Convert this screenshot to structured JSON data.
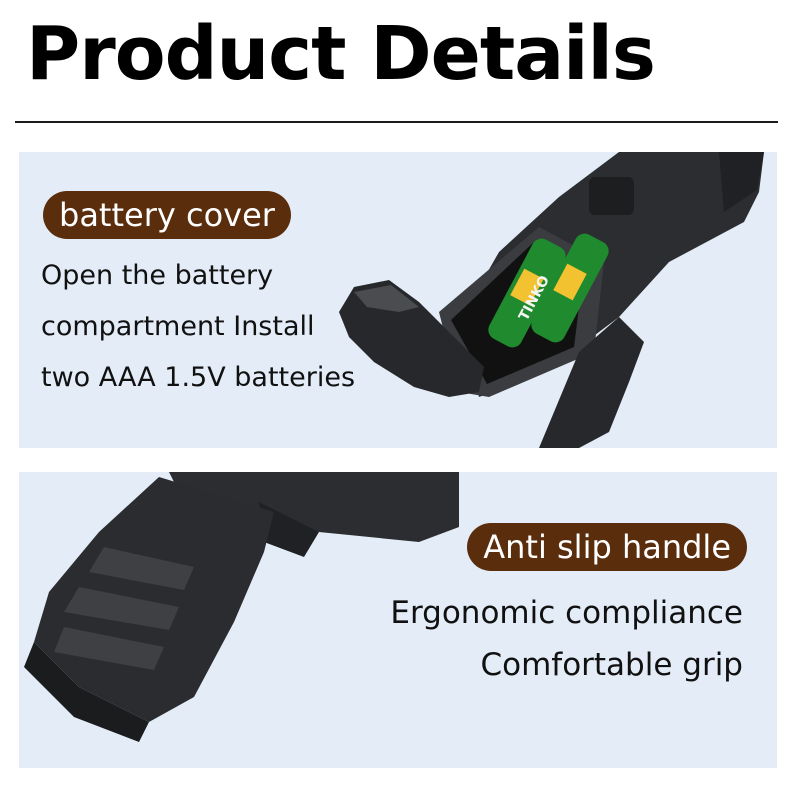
{
  "header": {
    "title": "Product Details"
  },
  "sections": [
    {
      "badge": "battery cover",
      "lines": [
        "Open the battery",
        "compartment Install",
        "two AAA 1.5V batteries"
      ],
      "battery_brand": "TINKO"
    },
    {
      "badge": "Anti slip handle",
      "lines": [
        "Ergonomic compliance",
        "Comfortable grip"
      ]
    }
  ],
  "colors": {
    "badge_bg": "#5a2d0c",
    "badge_text": "#ffffff",
    "panel_bg": "#e3ecf7",
    "device_body": "#2b2d30",
    "battery_green": "#1f8a2e"
  }
}
